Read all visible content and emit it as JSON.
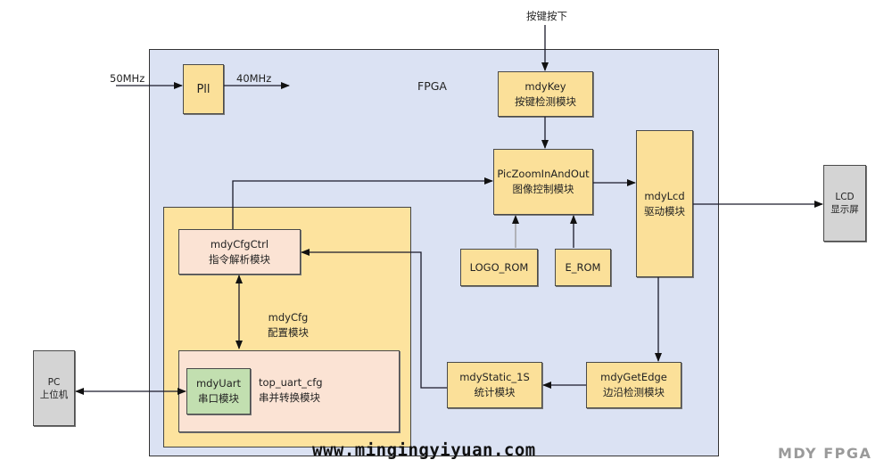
{
  "diagram": {
    "fpga_label": "FPGA",
    "clock_in": "50MHz",
    "clock_out": "40MHz",
    "key_input": "按键按下",
    "modules": {
      "pll": {
        "name": "Pll"
      },
      "mdykey": {
        "name": "mdyKey",
        "desc": "按键检测模块"
      },
      "zoom": {
        "name": "PicZoomInAndOut",
        "desc": "图像控制模块"
      },
      "lcd_driver": {
        "name": "mdyLcd",
        "desc": "驱动模块"
      },
      "logo_rom": {
        "name": "LOGO_ROM"
      },
      "e_rom": {
        "name": "E_ROM"
      },
      "cfgctrl": {
        "name": "mdyCfgCtrl",
        "desc": "指令解析模块"
      },
      "cfg": {
        "name": "mdyCfg",
        "desc": "配置模块"
      },
      "uart": {
        "name": "mdyUart",
        "desc": "串口模块"
      },
      "top_uart_cfg": {
        "name": "top_uart_cfg",
        "desc": "串并转换模块"
      },
      "static": {
        "name": "mdyStatic_1S",
        "desc": "统计模块"
      },
      "getedge": {
        "name": "mdyGetEdge",
        "desc": "边沿检测模块"
      }
    },
    "external": {
      "lcd": {
        "name": "LCD",
        "desc": "显示屏"
      },
      "pc": {
        "name": "PC",
        "desc": "上位机"
      }
    },
    "colors": {
      "fpga_bg": "#dbe2f3",
      "module_yellow": "#fbe099",
      "module_pink": "#fbe3d4",
      "module_green": "#c2dfb0",
      "external_gray": "#d4d4d4"
    }
  },
  "watermarks": {
    "url": "www.mingingyiyuan.com",
    "brand": "MDY FPGA"
  }
}
